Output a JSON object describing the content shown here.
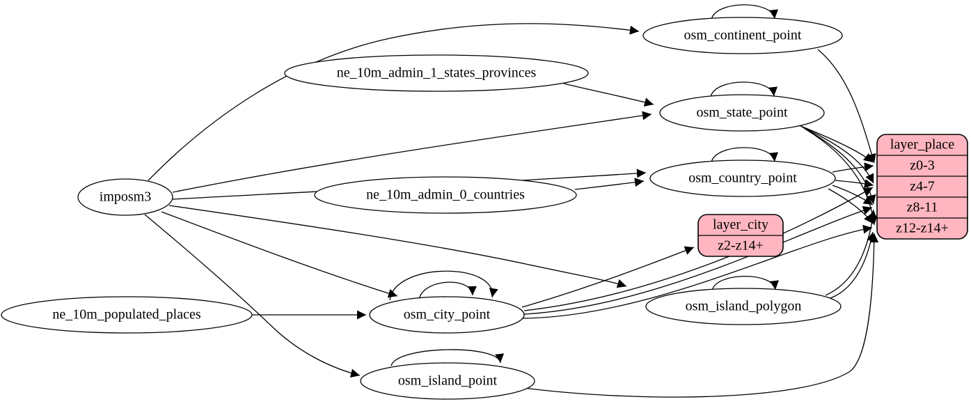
{
  "diagram": {
    "type": "directed-graph",
    "description": "ETL graph: imposm3 and natural-earth source tables feeding generalized osm place tables into layer_city and layer_place zoom levels",
    "colors": {
      "background": "#ffffff",
      "edge": "#000000",
      "ellipse_fill": "#ffffff",
      "ellipse_stroke": "#000000",
      "record_fill": "#ffb6c1",
      "record_stroke": "#000000",
      "text": "#000000"
    },
    "nodes": {
      "imposm3": {
        "label": "imposm3",
        "type": "ellipse"
      },
      "ne_10m_admin_1_states_provinces": {
        "label": "ne_10m_admin_1_states_provinces",
        "type": "ellipse"
      },
      "ne_10m_admin_0_countries": {
        "label": "ne_10m_admin_0_countries",
        "type": "ellipse"
      },
      "ne_10m_populated_places": {
        "label": "ne_10m_populated_places",
        "type": "ellipse"
      },
      "osm_continent_point": {
        "label": "osm_continent_point",
        "type": "ellipse"
      },
      "osm_state_point": {
        "label": "osm_state_point",
        "type": "ellipse"
      },
      "osm_country_point": {
        "label": "osm_country_point",
        "type": "ellipse"
      },
      "osm_city_point": {
        "label": "osm_city_point",
        "type": "ellipse"
      },
      "osm_island_polygon": {
        "label": "osm_island_polygon",
        "type": "ellipse"
      },
      "osm_island_point": {
        "label": "osm_island_point",
        "type": "ellipse"
      },
      "layer_city": {
        "title": "layer_city",
        "rows": [
          "z2-z14+"
        ],
        "type": "record"
      },
      "layer_place": {
        "title": "layer_place",
        "rows": [
          "z0-3",
          "z4-7",
          "z8-11",
          "z12-z14+"
        ],
        "type": "record"
      }
    },
    "edges": [
      {
        "from": "imposm3",
        "to": "osm_continent_point"
      },
      {
        "from": "imposm3",
        "to": "osm_state_point"
      },
      {
        "from": "imposm3",
        "to": "osm_country_point"
      },
      {
        "from": "imposm3",
        "to": "osm_city_point"
      },
      {
        "from": "imposm3",
        "to": "osm_island_polygon"
      },
      {
        "from": "imposm3",
        "to": "osm_island_point"
      },
      {
        "from": "ne_10m_admin_1_states_provinces",
        "to": "osm_state_point"
      },
      {
        "from": "ne_10m_admin_0_countries",
        "to": "osm_country_point"
      },
      {
        "from": "ne_10m_populated_places",
        "to": "osm_city_point"
      },
      {
        "from": "osm_continent_point",
        "to": "osm_continent_point",
        "self_loop": true
      },
      {
        "from": "osm_state_point",
        "to": "osm_state_point",
        "self_loop": true
      },
      {
        "from": "osm_country_point",
        "to": "osm_country_point",
        "self_loop": true
      },
      {
        "from": "osm_city_point",
        "to": "osm_city_point",
        "self_loop": true
      },
      {
        "from": "osm_city_point",
        "to": "osm_city_point",
        "self_loop": true
      },
      {
        "from": "osm_island_polygon",
        "to": "osm_island_polygon",
        "self_loop": true
      },
      {
        "from": "osm_island_point",
        "to": "osm_island_point",
        "self_loop": true
      },
      {
        "from": "osm_continent_point",
        "to": "layer_place",
        "port": "z0-3"
      },
      {
        "from": "osm_state_point",
        "to": "layer_place",
        "port": "z0-3"
      },
      {
        "from": "osm_state_point",
        "to": "layer_place",
        "port": "z4-7"
      },
      {
        "from": "osm_state_point",
        "to": "layer_place",
        "port": "z8-11"
      },
      {
        "from": "osm_state_point",
        "to": "layer_place",
        "port": "z12-z14+"
      },
      {
        "from": "osm_country_point",
        "to": "layer_place",
        "port": "z0-3"
      },
      {
        "from": "osm_country_point",
        "to": "layer_place",
        "port": "z4-7"
      },
      {
        "from": "osm_country_point",
        "to": "layer_place",
        "port": "z8-11"
      },
      {
        "from": "osm_country_point",
        "to": "layer_place",
        "port": "z12-z14+"
      },
      {
        "from": "osm_city_point",
        "to": "layer_city",
        "port": "z2-z14+"
      },
      {
        "from": "osm_city_point",
        "to": "layer_place",
        "port": "z4-7"
      },
      {
        "from": "osm_city_point",
        "to": "layer_place",
        "port": "z8-11"
      },
      {
        "from": "osm_city_point",
        "to": "layer_place",
        "port": "z12-z14+"
      },
      {
        "from": "osm_island_polygon",
        "to": "layer_place",
        "port": "z8-11"
      },
      {
        "from": "osm_island_polygon",
        "to": "layer_place",
        "port": "z12-z14+"
      },
      {
        "from": "osm_island_point",
        "to": "layer_place",
        "port": "z12-z14+"
      }
    ]
  }
}
